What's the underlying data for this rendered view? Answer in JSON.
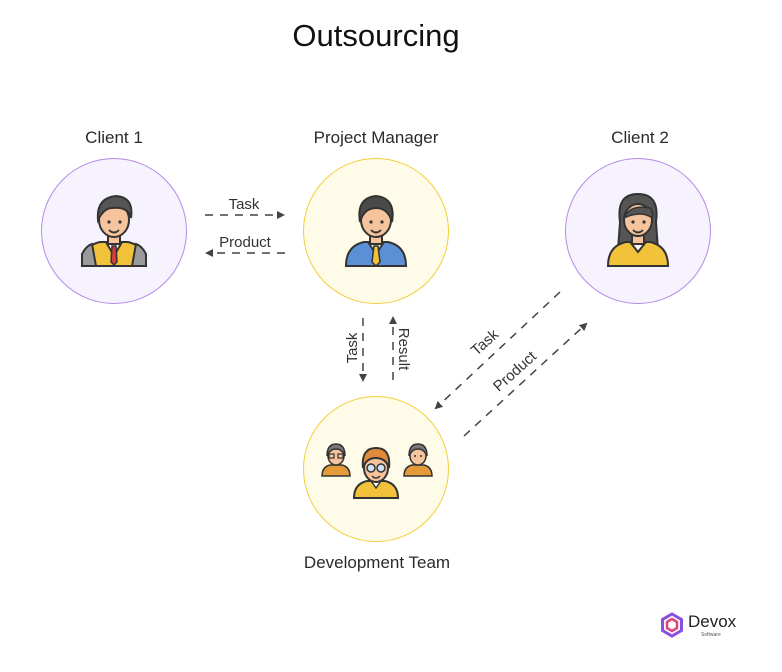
{
  "title": "Outsourcing",
  "nodes": {
    "client1": {
      "label": "Client 1",
      "icon": "male-client-icon"
    },
    "pm": {
      "label": "Project Manager",
      "icon": "project-manager-icon"
    },
    "client2": {
      "label": "Client 2",
      "icon": "female-client-icon"
    },
    "team": {
      "label": "Development Team",
      "icon": "development-team-icon"
    }
  },
  "edges": {
    "client1_to_pm": "Task",
    "pm_to_client1": "Product",
    "pm_to_team": "Task",
    "team_to_pm": "Result",
    "client2_to_team": "Task",
    "team_to_client2": "Product"
  },
  "logo": {
    "name": "Devox",
    "sub": "Software"
  },
  "colors": {
    "purple_border": "#b58be8",
    "purple_fill": "#f6f2fe",
    "yellow_border": "#f2cf3b",
    "yellow_fill": "#fefbe8",
    "arrow": "#444444"
  }
}
